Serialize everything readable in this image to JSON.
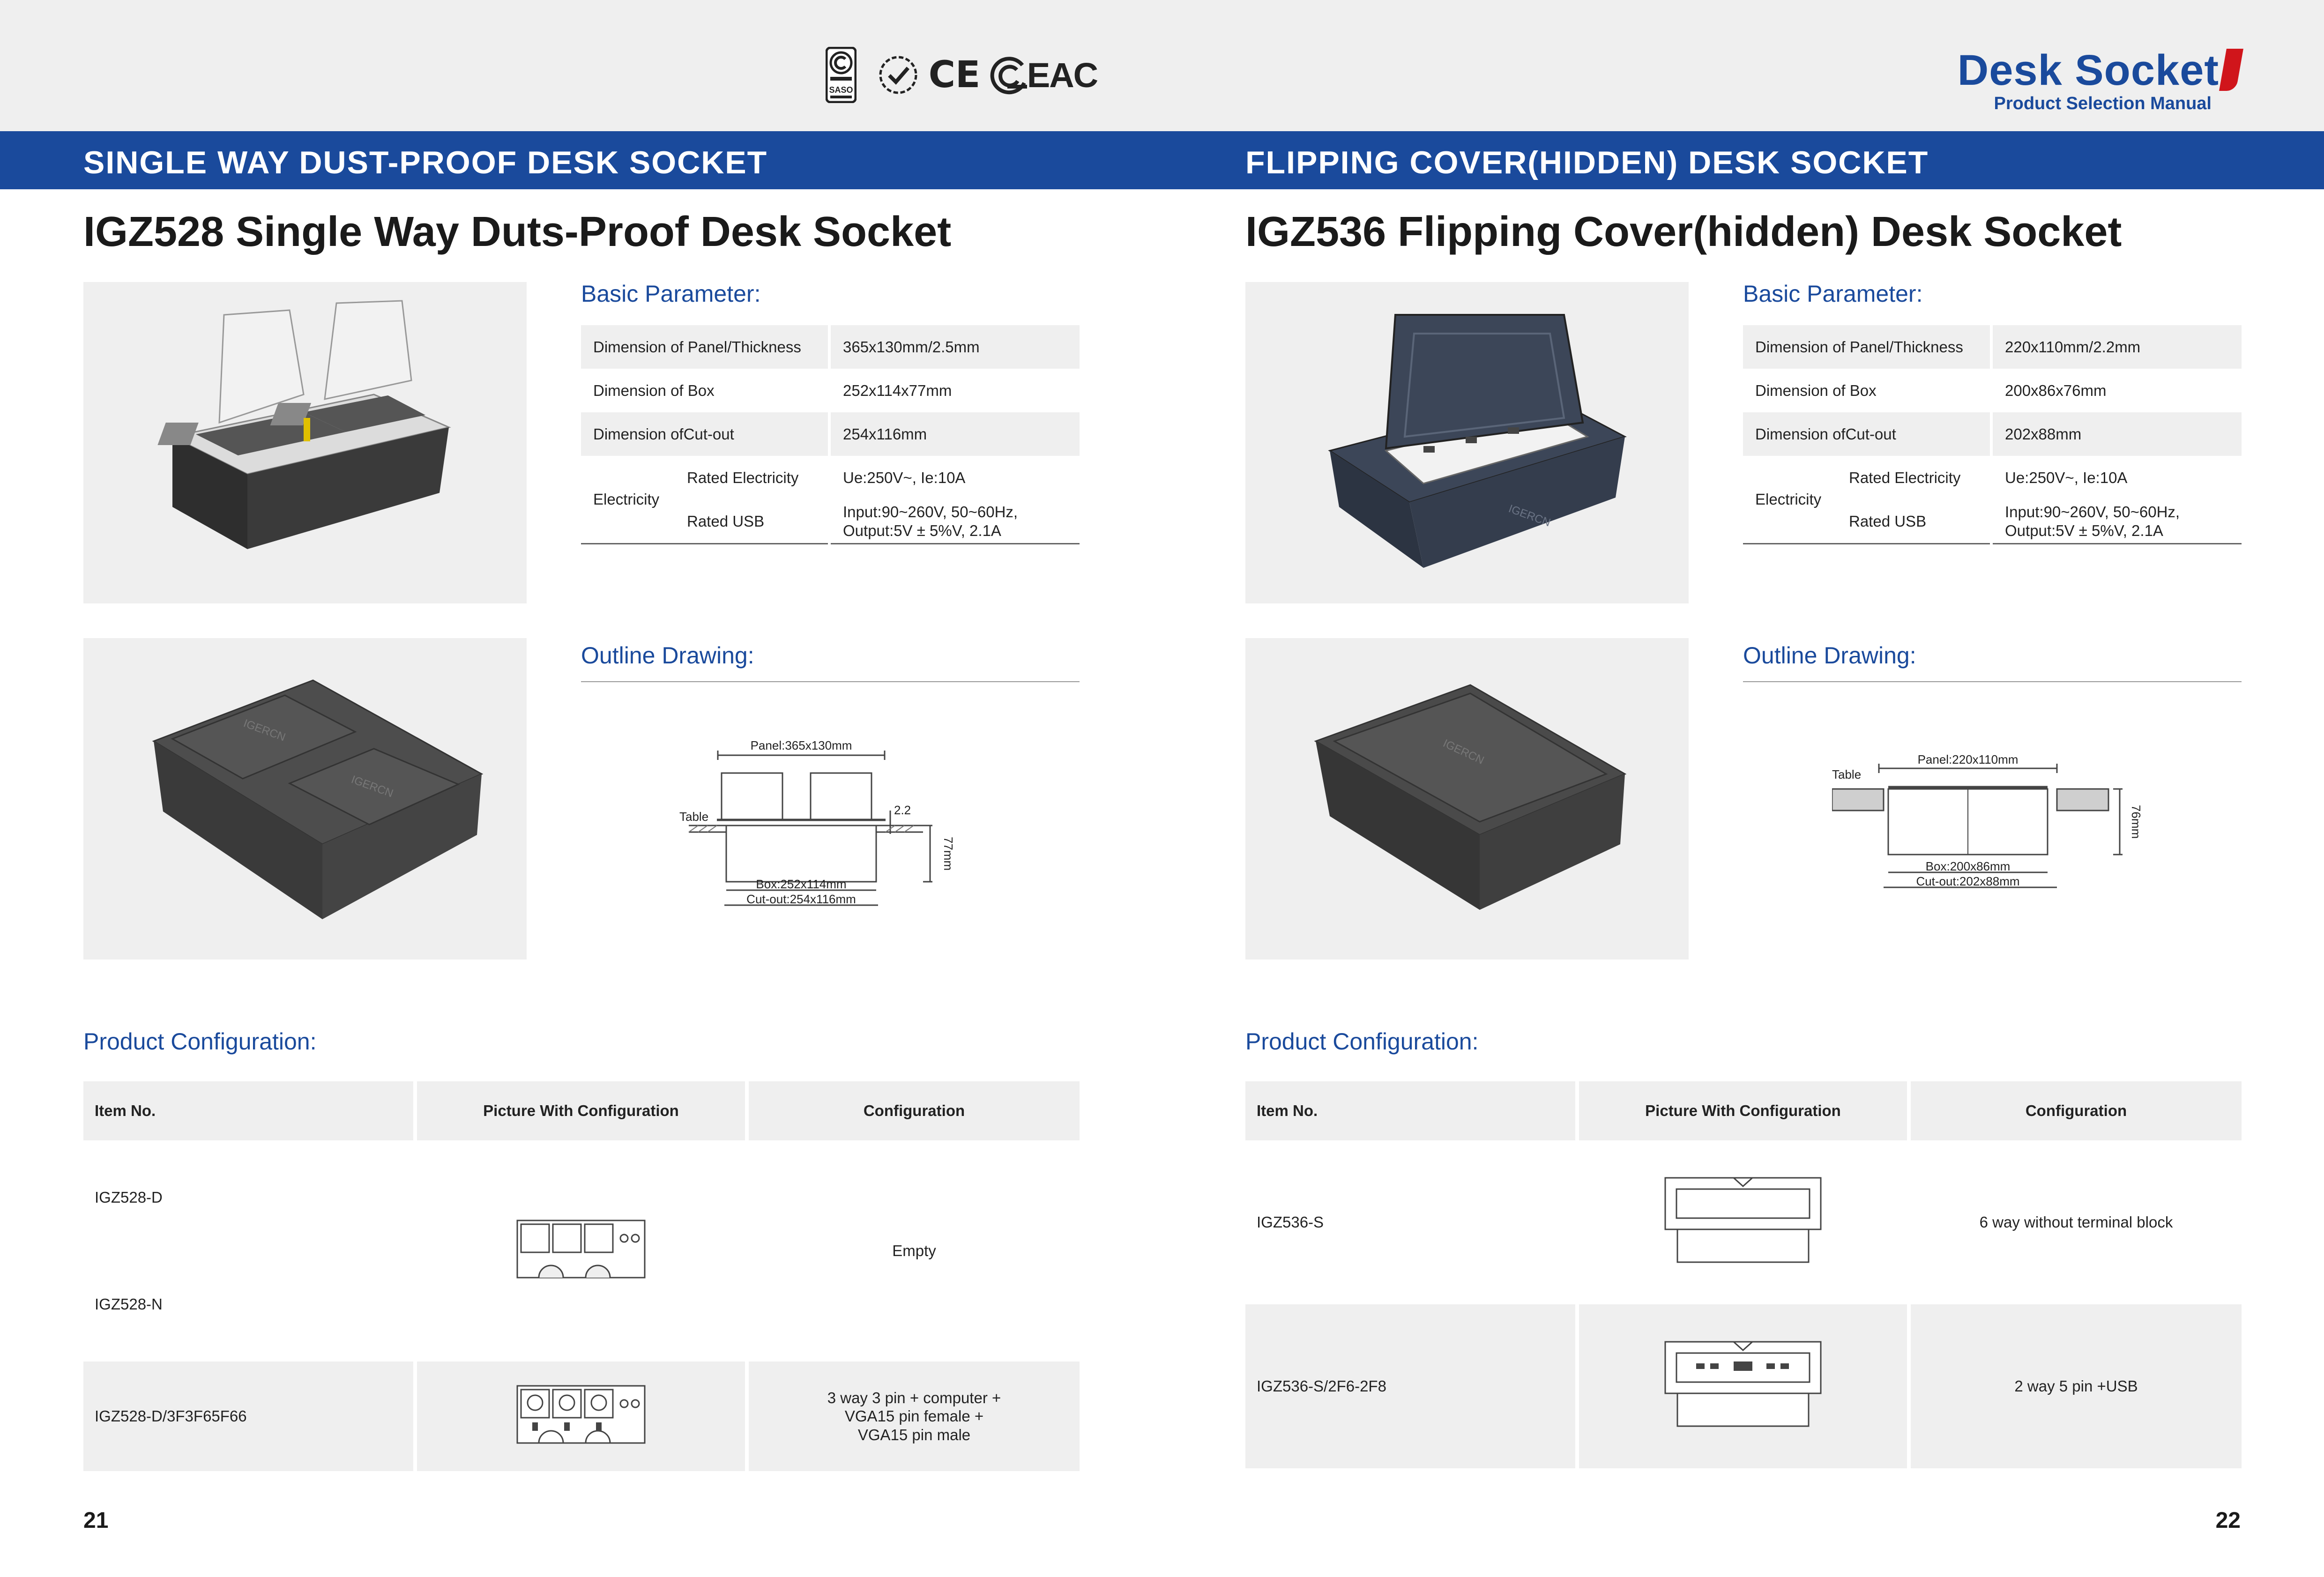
{
  "header": {
    "certifications": [
      "SASO",
      "CE",
      "EAC"
    ],
    "brand_title": "Desk Socket",
    "brand_subtitle": "Product Selection Manual",
    "colors": {
      "brand_blue": "#1a4a9c",
      "accent_red": "#d0151b",
      "panel_grey": "#efefef"
    }
  },
  "left": {
    "section_title": "SINGLE WAY DUST-PROOF DESK SOCKET",
    "product_title": "IGZ528 Single Way Duts-Proof Desk Socket",
    "basic_parameter_heading": "Basic Parameter:",
    "params": [
      {
        "label": "Dimension of Panel/Thickness",
        "value": "365x130mm/2.5mm"
      },
      {
        "label": "Dimension of Box",
        "value": "252x114x77mm"
      },
      {
        "label": "Dimension ofCut-out",
        "value": "254x116mm"
      }
    ],
    "electricity": {
      "label": "Electricity",
      "rows": [
        {
          "label": "Rated Electricity",
          "value": "Ue:250V~, Ie:10A"
        },
        {
          "label": "Rated USB",
          "value_line1": "Input:90~260V, 50~60Hz,",
          "value_line2": "Output:5V ± 5%V, 2.1A"
        }
      ]
    },
    "outline_heading": "Outline Drawing:",
    "drawing": {
      "panel": "Panel:365x130mm",
      "table": "Table",
      "thickness": "2.2",
      "height": "77mm",
      "box": "Box:252x114mm",
      "cutout": "Cut-out:254x116mm",
      "logo": "IGERCN"
    },
    "config_heading": "Product Configuration:",
    "config_headers": [
      "Item No.",
      "Picture With Configuration",
      "Configuration"
    ],
    "config_rows": [
      {
        "items": [
          "IGZ528-D",
          "IGZ528-N"
        ],
        "config": "Empty"
      },
      {
        "items": [
          "IGZ528-D/3F3F65F66"
        ],
        "config_lines": [
          "3 way 3 pin + computer +",
          "VGA15 pin female +",
          "VGA15 pin male"
        ]
      }
    ],
    "page_number": "21"
  },
  "right": {
    "section_title": "FLIPPING COVER(HIDDEN) DESK SOCKET",
    "product_title": "IGZ536 Flipping Cover(hidden) Desk Socket",
    "basic_parameter_heading": "Basic Parameter:",
    "params": [
      {
        "label": "Dimension of Panel/Thickness",
        "value": "220x110mm/2.2mm"
      },
      {
        "label": "Dimension of Box",
        "value": "200x86x76mm"
      },
      {
        "label": "Dimension ofCut-out",
        "value": "202x88mm"
      }
    ],
    "electricity": {
      "label": "Electricity",
      "rows": [
        {
          "label": "Rated Electricity",
          "value": "Ue:250V~, Ie:10A"
        },
        {
          "label": "Rated USB",
          "value_line1": "Input:90~260V, 50~60Hz,",
          "value_line2": "Output:5V ± 5%V, 2.1A"
        }
      ]
    },
    "outline_heading": "Outline Drawing:",
    "drawing": {
      "panel": "Panel:220x110mm",
      "table": "Table",
      "height": "76mm",
      "box": "Box:200x86mm",
      "cutout": "Cut-out:202x88mm",
      "logo": "IGERCN"
    },
    "config_heading": "Product Configuration:",
    "config_headers": [
      "Item No.",
      "Picture With Configuration",
      "Configuration"
    ],
    "config_rows": [
      {
        "items": [
          "IGZ536-S"
        ],
        "config": "6 way without terminal block"
      },
      {
        "items": [
          "IGZ536-S/2F6-2F8"
        ],
        "config": "2 way 5 pin +USB"
      }
    ],
    "page_number": "22"
  }
}
